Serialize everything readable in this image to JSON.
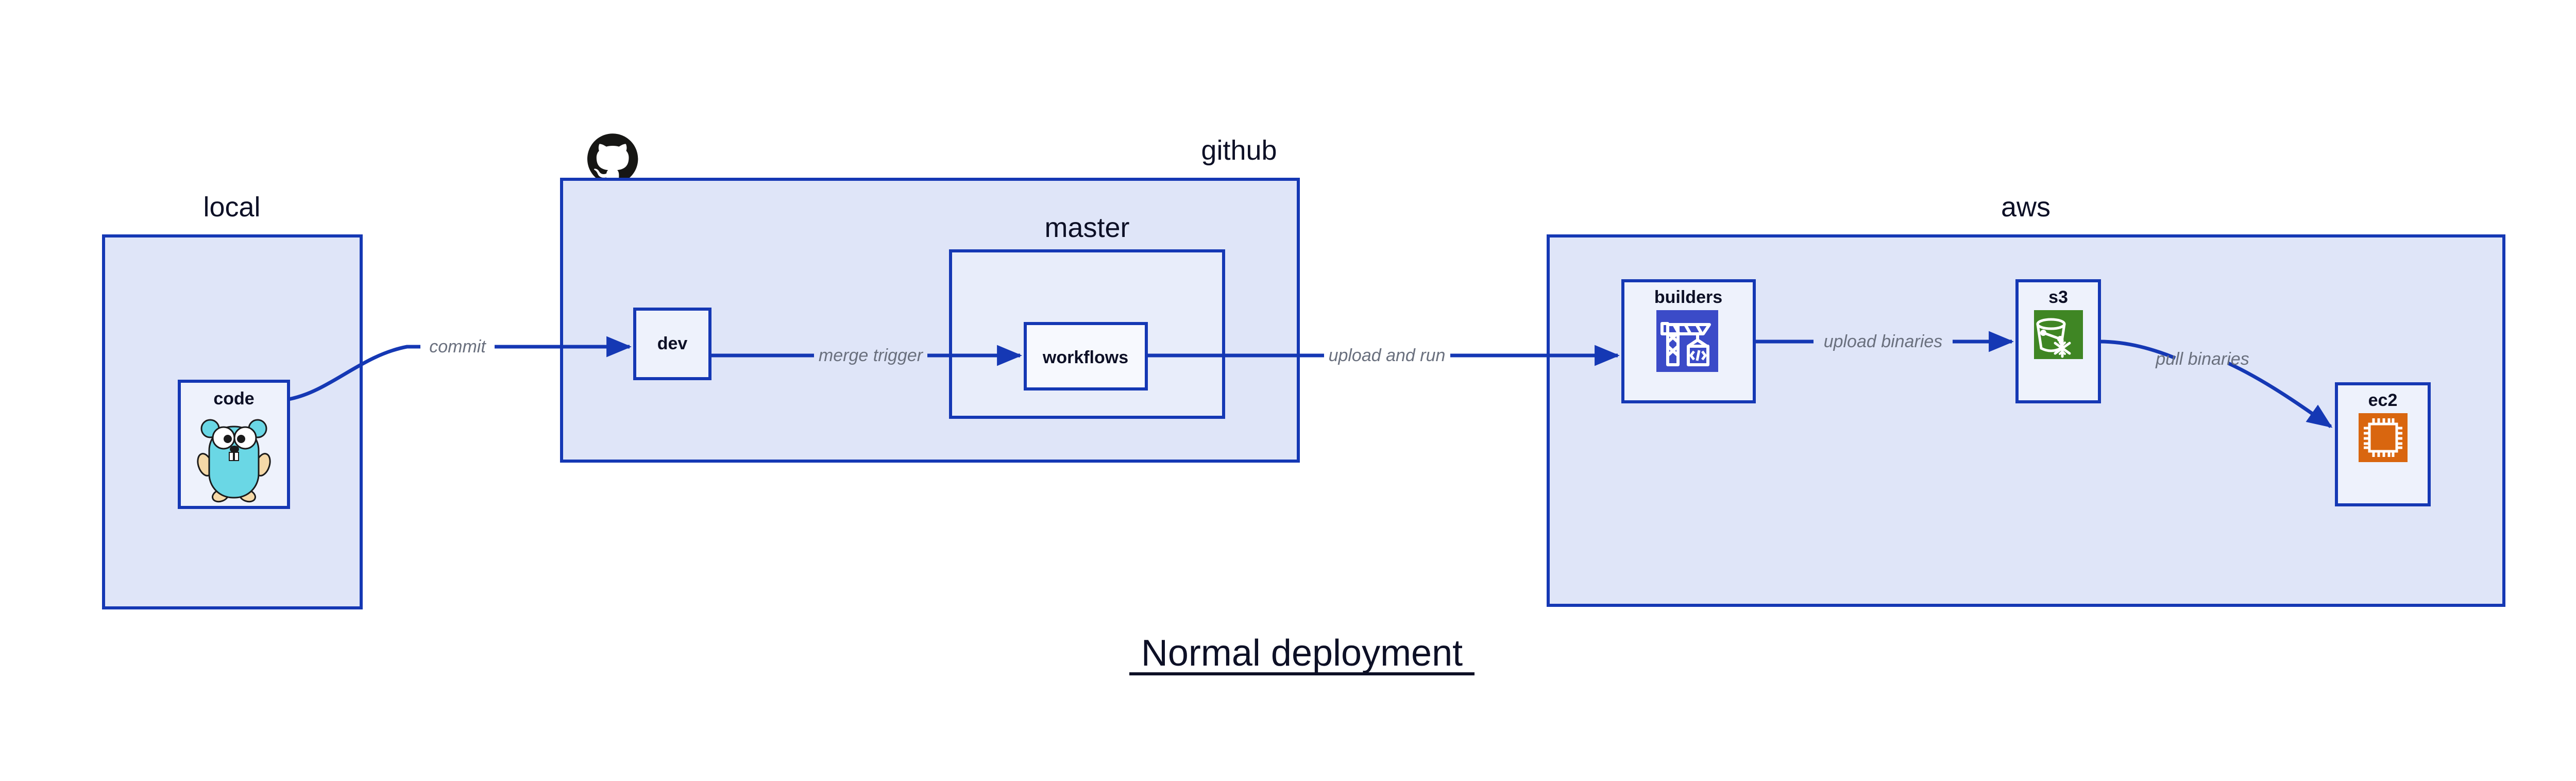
{
  "diagram": {
    "title": "Normal deployment",
    "colors": {
      "border": "#1538B4",
      "group_fill": "#DFE5F8",
      "subgroup_fill": "#E8EDFA",
      "node_fill": "#EEF2FC",
      "node_fill_light": "#F7F9FE",
      "edge": "#1538B4",
      "edge_label": "#6A707E",
      "text": "#0D1026",
      "codebuild_icon": "#3B4BC8",
      "s3_icon": "#3F8624",
      "ec2_icon": "#D9660F",
      "gopher_body": "#6AD7E5",
      "gopher_limb": "#F5D9A8",
      "octocat": "#161614",
      "background": "#FFFFFF"
    },
    "groups": [
      {
        "id": "local",
        "label": "local"
      },
      {
        "id": "github",
        "label": "github"
      },
      {
        "id": "aws",
        "label": "aws"
      }
    ],
    "subgroups": [
      {
        "id": "master",
        "label": "master",
        "parent": "github"
      }
    ],
    "nodes": [
      {
        "id": "code",
        "label": "code",
        "group": "local",
        "icon": "go-gopher-icon"
      },
      {
        "id": "dev",
        "label": "dev",
        "group": "github",
        "icon": ""
      },
      {
        "id": "workflows",
        "label": "workflows",
        "group": "master",
        "icon": ""
      },
      {
        "id": "builders",
        "label": "builders",
        "group": "aws",
        "icon": "aws-codebuild-icon"
      },
      {
        "id": "s3",
        "label": "s3",
        "group": "aws",
        "icon": "aws-s3-glacier-icon"
      },
      {
        "id": "ec2",
        "label": "ec2",
        "group": "aws",
        "icon": "aws-ec2-icon"
      }
    ],
    "edges": [
      {
        "id": "commit",
        "label": "commit",
        "from": "code",
        "to": "dev"
      },
      {
        "id": "merge-trigger",
        "label": "merge trigger",
        "from": "dev",
        "to": "workflows"
      },
      {
        "id": "upload-and-run",
        "label": "upload and run",
        "from": "workflows",
        "to": "builders"
      },
      {
        "id": "upload-binaries",
        "label": "upload binaries",
        "from": "builders",
        "to": "s3"
      },
      {
        "id": "pull-binaries",
        "label": "pull binaries",
        "from": "s3",
        "to": "ec2"
      }
    ],
    "brand_marks": [
      {
        "id": "github-octocat",
        "label": "github-logo-icon"
      }
    ]
  }
}
